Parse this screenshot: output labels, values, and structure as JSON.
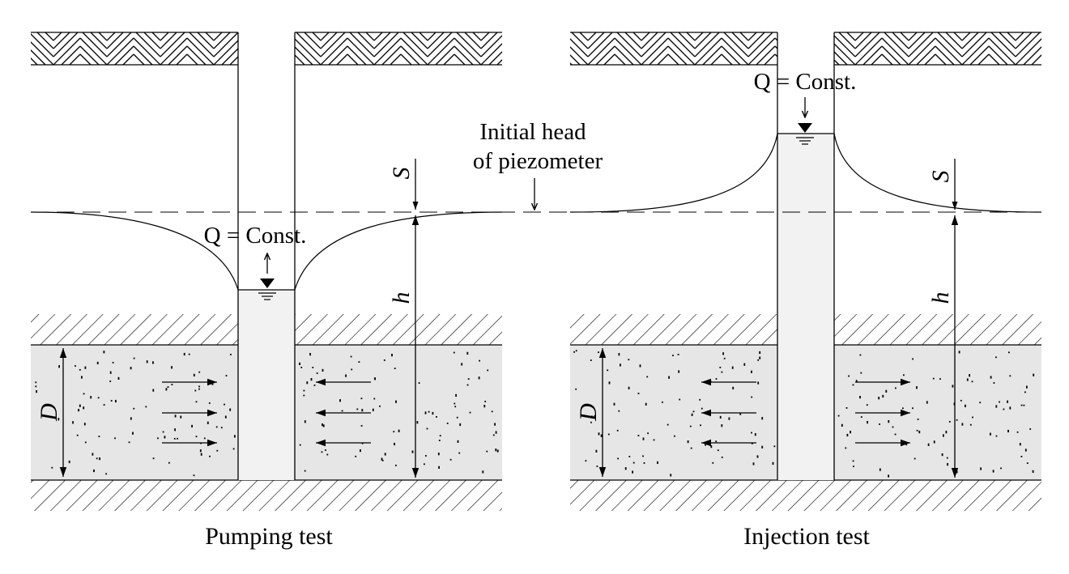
{
  "labels": {
    "initial_head_line1": "Initial head",
    "initial_head_line2": "of piezometer",
    "q_const_pumping": "Q = Const.",
    "q_const_injection": "Q = Const.",
    "s_symbol": "S",
    "h_symbol": "h",
    "d_symbol": "D"
  },
  "panels": [
    {
      "id": "pumping",
      "caption": "Pumping test",
      "flow": "toward-well"
    },
    {
      "id": "injection",
      "caption": "Injection test",
      "flow": "away-from-well"
    }
  ],
  "colors": {
    "aquifer_fill": "#e6e6e6",
    "well_water_fill": "#f2f2f2",
    "line": "#000000"
  }
}
